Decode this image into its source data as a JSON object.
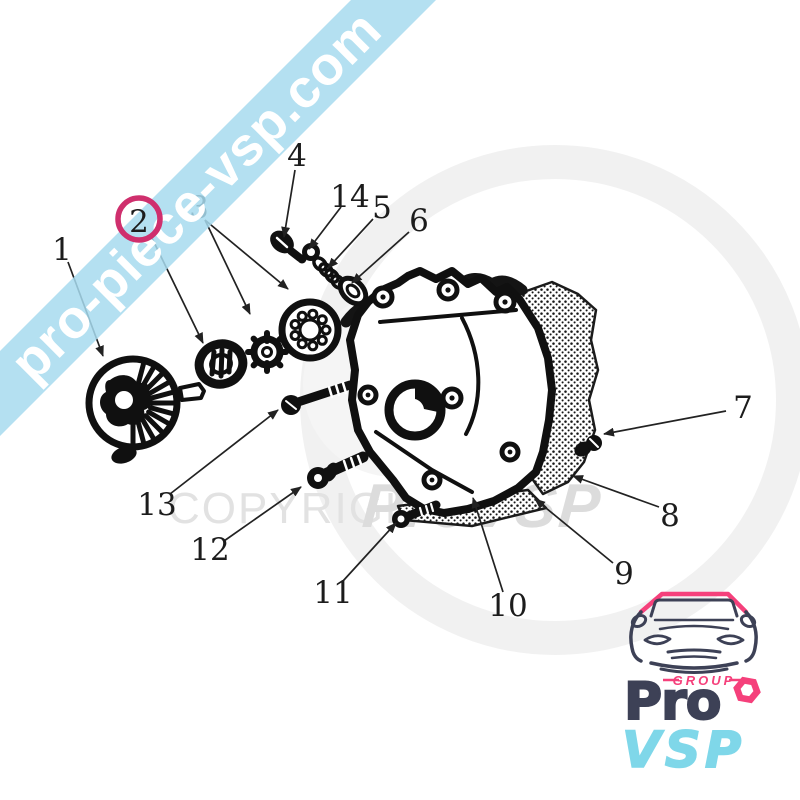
{
  "banner": {
    "text": "pro-piece-vsp.com"
  },
  "watermark": {
    "copyright": "COPYRIGHT",
    "brand": "ProVSP"
  },
  "diagram": {
    "description": "Exploded parts diagram of an oil pump / timing cover assembly",
    "labels": [
      "1",
      "2",
      "3",
      "4",
      "5",
      "6",
      "7",
      "8",
      "9",
      "10",
      "11",
      "12",
      "13",
      "14"
    ],
    "highlighted_label": "2"
  },
  "logo": {
    "group": "GROUP",
    "line1": "Pro",
    "line2": "VSP"
  },
  "colors": {
    "band": "#a7daee",
    "band_text": "#ffffff",
    "highlight_ring": "#cf2f6d",
    "line_art": "#111111",
    "watermark_gray": "#dedede",
    "logo_navy": "#3d4156",
    "logo_pink": "#f5407b",
    "logo_cyan": "#7fd7e9"
  }
}
